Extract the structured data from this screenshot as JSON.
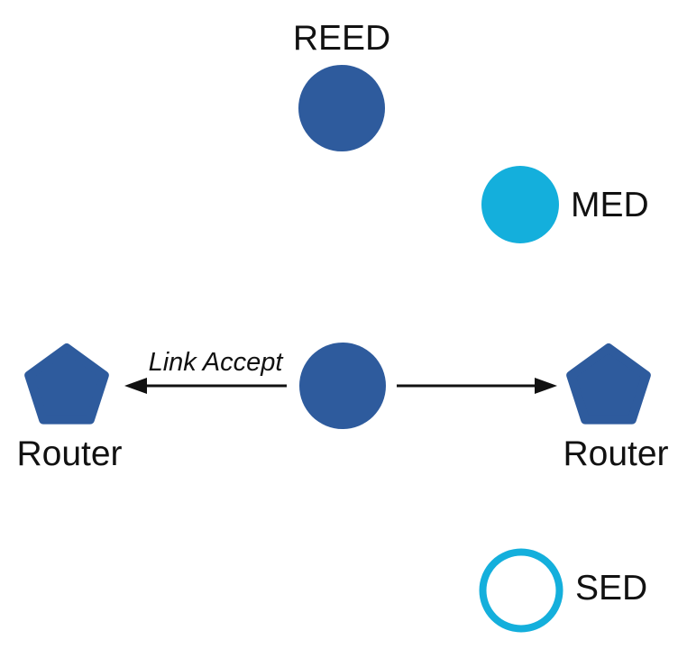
{
  "diagram": {
    "type": "network-topology",
    "background": "#ffffff",
    "colors": {
      "dark_blue": "#2e5b9d",
      "cyan": "#14afdc",
      "arrow": "#111111",
      "text": "#111111"
    },
    "nodes": {
      "reed": {
        "label": "REED",
        "shape": "filled-circle",
        "color": "#2e5b9d"
      },
      "med": {
        "label": "MED",
        "shape": "filled-circle",
        "color": "#14afdc"
      },
      "central": {
        "label": "",
        "shape": "filled-circle",
        "color": "#2e5b9d"
      },
      "router_left": {
        "label": "Router",
        "shape": "pentagon",
        "color": "#2e5b9d"
      },
      "router_right": {
        "label": "Router",
        "shape": "pentagon",
        "color": "#2e5b9d"
      },
      "sed": {
        "label": "SED",
        "shape": "outline-circle",
        "color": "#14afdc"
      }
    },
    "edges": {
      "left_arrow": {
        "label": "Link Accept",
        "from": "central",
        "to": "router_left"
      },
      "right_arrow": {
        "label": "",
        "from": "central",
        "to": "router_right"
      }
    }
  }
}
